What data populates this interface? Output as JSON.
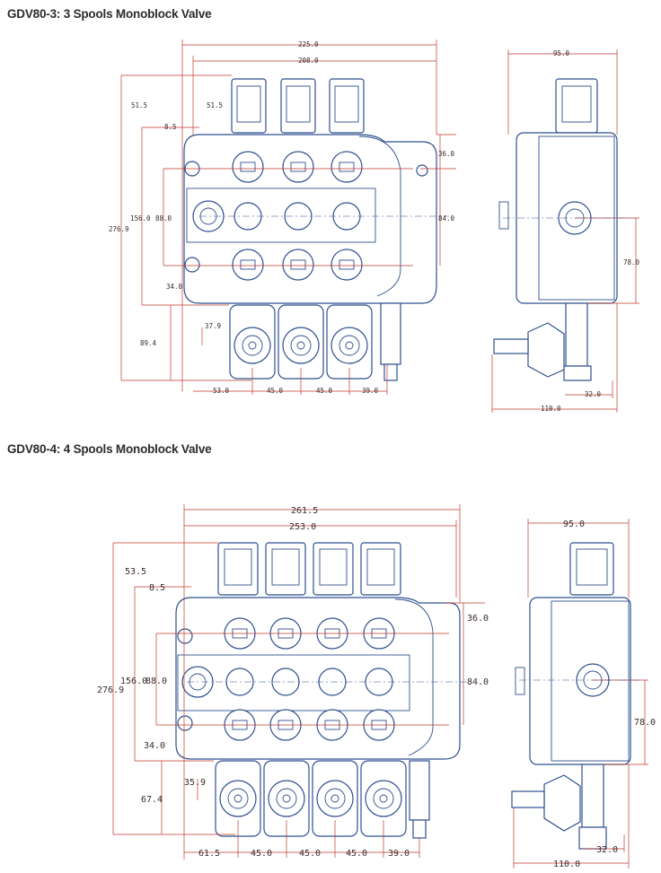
{
  "drawing1": {
    "title": "GDV80-3: 3 Spools Monoblock Valve",
    "dims": {
      "overall_width": "225.0",
      "inner_width": "208.0",
      "top_offset": "51.5",
      "top_offset_b": "51.5",
      "port_offset": "8.5",
      "total_height": "276.9",
      "mid_height": "156.0",
      "inner_height": "88.0",
      "upper_port": "36.0",
      "center_port": "84.0",
      "lower_offset": "34.0",
      "handle_offset": "37.9",
      "handle_height": "89.4",
      "pitch_a": "53.0",
      "pitch_b": "45.0",
      "pitch_c": "45.0",
      "pitch_d": "39.0",
      "side_width": "95.0",
      "side_height": "78.0",
      "side_small": "32.0",
      "side_total": "110.0"
    }
  },
  "drawing2": {
    "title": "GDV80-4: 4 Spools Monoblock Valve",
    "dims": {
      "overall_width": "261.5",
      "inner_width": "253.0",
      "top_offset": "53.5",
      "port_offset": "8.5",
      "total_height": "276.9",
      "mid_height": "156.0",
      "inner_height": "88.0",
      "upper_port": "36.0",
      "center_port": "84.0",
      "lower_offset": "34.0",
      "handle_offset": "35.9",
      "handle_height": "67.4",
      "pitch_a": "61.5",
      "pitch_b": "45.0",
      "pitch_c": "45.0",
      "pitch_d": "45.0",
      "pitch_e": "39.0",
      "side_width": "95.0",
      "side_height": "78.0",
      "side_small": "32.0",
      "side_total": "110.0"
    }
  }
}
